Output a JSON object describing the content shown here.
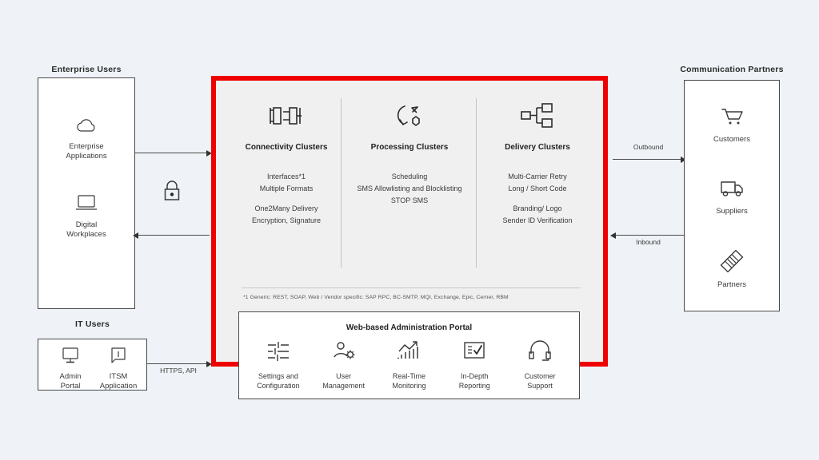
{
  "page": {
    "background": "#eff3f7",
    "accent_red": "#ee0000",
    "panel_gray": "#f0f0f0"
  },
  "left": {
    "enterprise_users": {
      "title": "Enterprise Users",
      "nodes": [
        {
          "icon": "cloud-icon",
          "label": "Enterprise\nApplications"
        },
        {
          "icon": "laptop-icon",
          "label": "Digital\nWorkplaces"
        }
      ]
    },
    "it_users": {
      "title": "IT Users",
      "nodes": [
        {
          "icon": "monitor-icon",
          "label": "Admin\nPortal"
        },
        {
          "icon": "info-bubble-icon",
          "label": "ITSM\nApplication"
        }
      ]
    },
    "security_icon": "lock-icon",
    "it_connection_label": "HTTPS, API"
  },
  "platform": {
    "columns": [
      {
        "icon": "connector-plug-icon",
        "title": "Connectivity Clusters",
        "group_a": [
          "Interfaces*1",
          "Multiple Formats"
        ],
        "group_b": [
          "One2Many Delivery",
          "Encryption, Signature"
        ]
      },
      {
        "icon": "process-cycle-icon",
        "title": "Processing Clusters",
        "group_a": [
          "Scheduling",
          "SMS Allowlisting and Blocklisting",
          "STOP SMS"
        ],
        "group_b": []
      },
      {
        "icon": "hierarchy-tree-icon",
        "title": "Delivery Clusters",
        "group_a": [
          "Multi-Carrier Retry",
          "Long / Short Code"
        ],
        "group_b": [
          "Branding/ Logo",
          "Sender ID Verification"
        ]
      }
    ],
    "footnote": "*1 Generic: REST, SOAP, Web / Vendor specific: SAP RPC, BC-SMTP, MQI, Exchange, Epic, Cerner, RBM"
  },
  "admin_portal": {
    "title": "Web-based Administration Portal",
    "items": [
      {
        "icon": "sliders-icon",
        "label": "Settings and\nConfiguration"
      },
      {
        "icon": "user-gear-icon",
        "label": "User\nManagement"
      },
      {
        "icon": "chart-monitor-icon",
        "label": "Real-Time\nMonitoring"
      },
      {
        "icon": "report-check-icon",
        "label": "In-Depth\nReporting"
      },
      {
        "icon": "headset-icon",
        "label": "Customer\nSupport"
      }
    ]
  },
  "right": {
    "communication_partners": {
      "title": "Communication Partners",
      "nodes": [
        {
          "icon": "shopping-cart-icon",
          "label": "Customers"
        },
        {
          "icon": "truck-icon",
          "label": "Suppliers"
        },
        {
          "icon": "handshake-icon",
          "label": "Partners"
        }
      ]
    },
    "flows": [
      {
        "label": "Outbound",
        "direction": "right"
      },
      {
        "label": "Inbound",
        "direction": "left"
      }
    ]
  }
}
